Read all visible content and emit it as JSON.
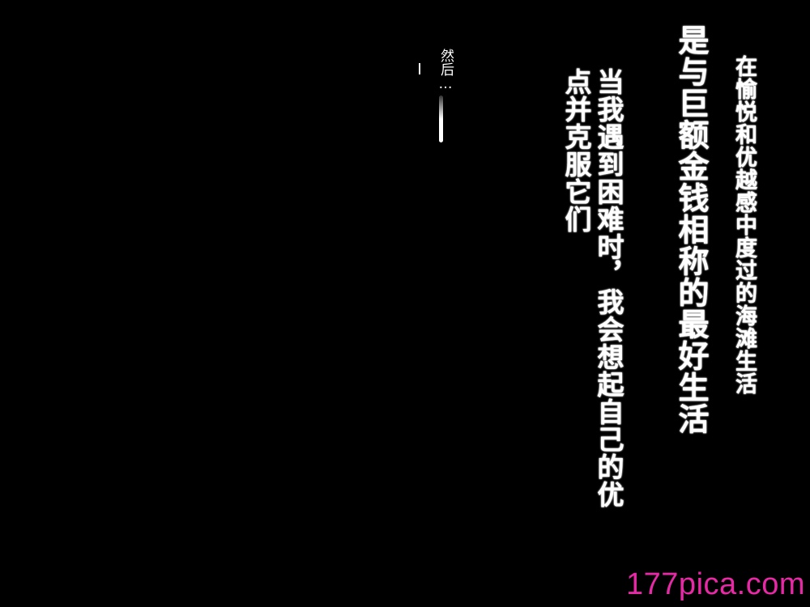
{
  "text": {
    "line1": "在愉悦和优越感中度过的海滩生活",
    "line2": "是与巨额金钱相称的最好生活",
    "line3_part1": "当我遇到困难时，我会想起自己的优",
    "line3_part2": "点并克服它们",
    "then": "然后…"
  },
  "watermark": {
    "text": "177pica.com",
    "color": "#e62aa6"
  },
  "colors": {
    "background": "#000000",
    "text": "#ffffff"
  }
}
